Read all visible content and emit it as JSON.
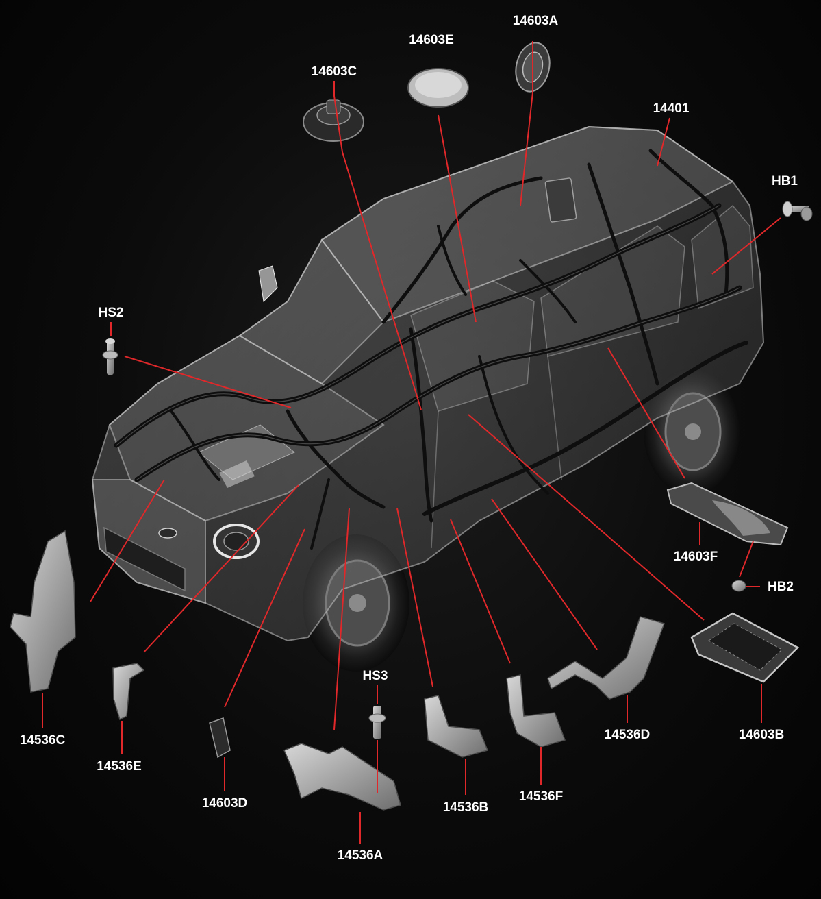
{
  "colors": {
    "background": "#0b0b0b",
    "leader_line": "#e0282a",
    "label_text": "#ffffff",
    "body_glass": "#9a9a9a",
    "harness": "#111111"
  },
  "icons": {
    "vehicle": "transparent-suv-illustration",
    "harness": "wiring-harness-illustration",
    "parts": "exploded-part-illustrations"
  },
  "callouts": [
    {
      "id": "14603A",
      "label": "14603A"
    },
    {
      "id": "14603E",
      "label": "14603E"
    },
    {
      "id": "14603C",
      "label": "14603C"
    },
    {
      "id": "14401",
      "label": "14401"
    },
    {
      "id": "HB1",
      "label": "HB1"
    },
    {
      "id": "HS2",
      "label": "HS2"
    },
    {
      "id": "14603F",
      "label": "14603F"
    },
    {
      "id": "HB2",
      "label": "HB2"
    },
    {
      "id": "14603B",
      "label": "14603B"
    },
    {
      "id": "14536D",
      "label": "14536D"
    },
    {
      "id": "14536F",
      "label": "14536F"
    },
    {
      "id": "14536B",
      "label": "14536B"
    },
    {
      "id": "HS3",
      "label": "HS3"
    },
    {
      "id": "14536A",
      "label": "14536A"
    },
    {
      "id": "14603D",
      "label": "14603D"
    },
    {
      "id": "14536E",
      "label": "14536E"
    },
    {
      "id": "14536C",
      "label": "14536C"
    }
  ]
}
